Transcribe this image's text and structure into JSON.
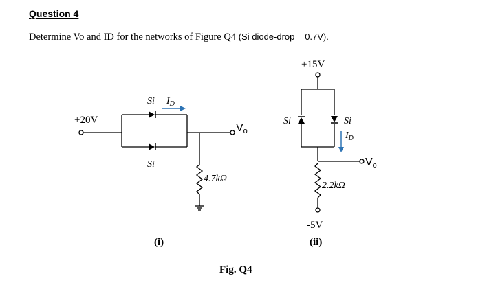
{
  "question": {
    "heading": "Question 4",
    "text_main": "Determine Vo and ID for the networks of Figure Q4 ",
    "text_note": "(Si diode-drop = 0.7V)."
  },
  "circuit_i": {
    "source_label": "+20V",
    "diode_top_label": "Si",
    "current_label": "I",
    "current_sub": "D",
    "diode_bottom_label": "Si",
    "output_label": "V",
    "output_sub": "o",
    "resistor_label": "4.7kΩ",
    "caption": "(i)"
  },
  "circuit_ii": {
    "top_supply_label": "+15V",
    "diode_left_label": "Si",
    "diode_right_label": "Si",
    "current_label": "I",
    "current_sub": "D",
    "output_label": "V",
    "output_sub": "o",
    "resistor_label": "2.2kΩ",
    "bottom_supply_label": "-5V",
    "caption": "(ii)"
  },
  "figure_caption": "Fig. Q4",
  "colors": {
    "current_arrow": "#2e74b5",
    "wire": "#000000"
  }
}
